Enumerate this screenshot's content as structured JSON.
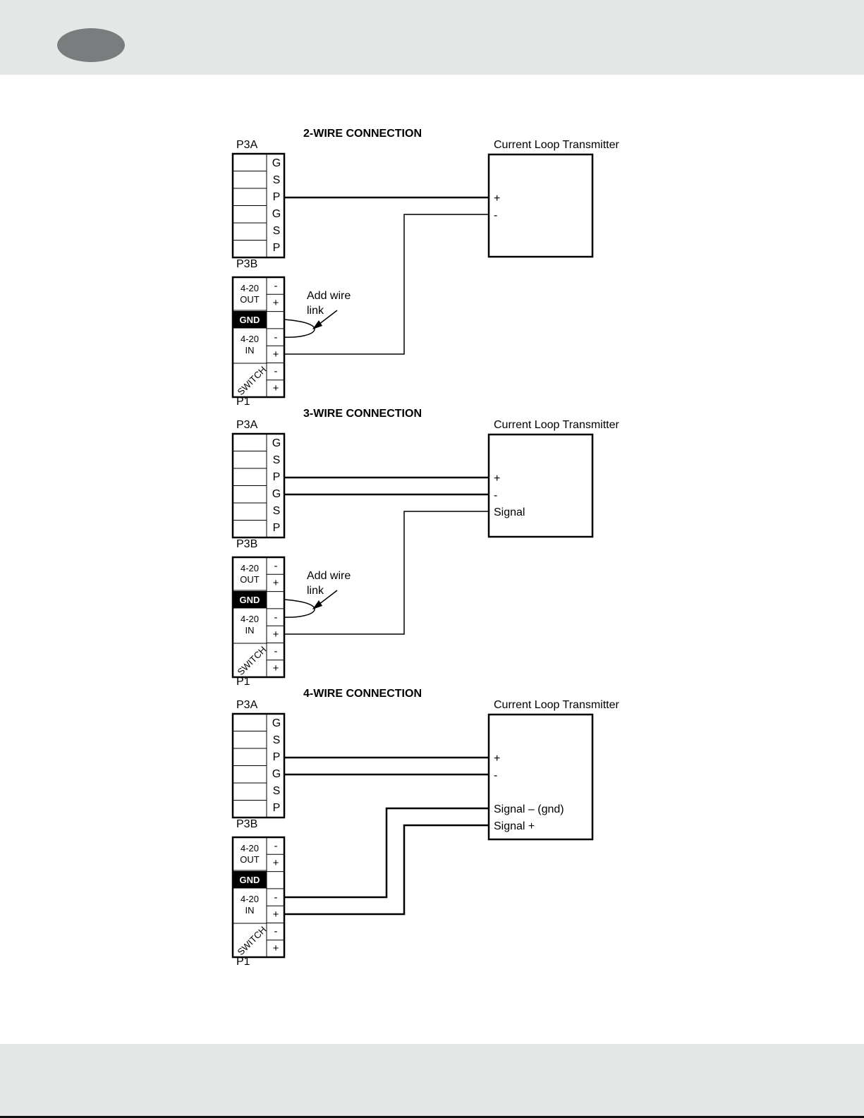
{
  "page": {
    "colors": {
      "band": "#e6e7e7",
      "oval": "#7b7c7d",
      "ink": "#000000"
    }
  },
  "diagrams": [
    {
      "title": "2-WIRE CONNECTION",
      "p3a": "P3A",
      "p3b": "P3B",
      "p1": "P1",
      "transmitter": "Current Loop Transmitter",
      "p3_pins": [
        "G",
        "S",
        "P",
        "G",
        "S",
        "P"
      ],
      "p1_blocks": {
        "out_top": "4-20",
        "out_bottom": "OUT",
        "gnd": "GND",
        "in_top": "4-20",
        "in_bottom": "IN",
        "switch": "SWITCH"
      },
      "p1_signs": [
        "-",
        "+",
        "-",
        "+",
        "-",
        "+"
      ],
      "terminals": [
        "+",
        "-"
      ],
      "note_line1": "Add wire",
      "note_line2": "link"
    },
    {
      "title": "3-WIRE CONNECTION",
      "p3a": "P3A",
      "p3b": "P3B",
      "p1": "P1",
      "transmitter": "Current Loop Transmitter",
      "p3_pins": [
        "G",
        "S",
        "P",
        "G",
        "S",
        "P"
      ],
      "p1_blocks": {
        "out_top": "4-20",
        "out_bottom": "OUT",
        "gnd": "GND",
        "in_top": "4-20",
        "in_bottom": "IN",
        "switch": "SWITCH"
      },
      "p1_signs": [
        "-",
        "+",
        "-",
        "+",
        "-",
        "+"
      ],
      "terminals": [
        "+",
        "-",
        "Signal"
      ],
      "note_line1": "Add wire",
      "note_line2": "link"
    },
    {
      "title": "4-WIRE CONNECTION",
      "p3a": "P3A",
      "p3b": "P3B",
      "p1": "P1",
      "transmitter": "Current Loop Transmitter",
      "p3_pins": [
        "G",
        "S",
        "P",
        "G",
        "S",
        "P"
      ],
      "p1_blocks": {
        "out_top": "4-20",
        "out_bottom": "OUT",
        "gnd": "GND",
        "in_top": "4-20",
        "in_bottom": "IN",
        "switch": "SWITCH"
      },
      "p1_signs": [
        "-",
        "+",
        "-",
        "+",
        "-",
        "+"
      ],
      "terminals": [
        "+",
        "-",
        "Signal – (gnd)",
        "Signal +"
      ]
    }
  ]
}
